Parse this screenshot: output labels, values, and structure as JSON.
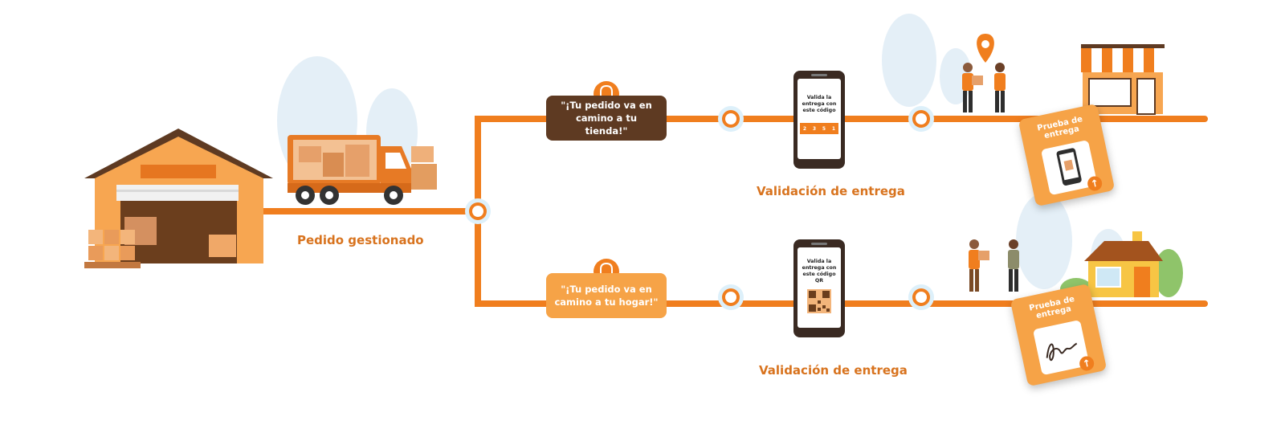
{
  "steps": {
    "order": "Pedido gestionado",
    "validation_top": "Validación de entrega",
    "validation_bottom": "Validación de entrega"
  },
  "messages": {
    "store": "\"¡Tu pedido va en camino a tu tienda!\"",
    "home": "\"¡Tu pedido va en camino a tu hogar!\""
  },
  "phones": {
    "code_text": "Valida la entrega con este código",
    "code_digits": [
      "2",
      "3",
      "5",
      "1"
    ],
    "qr_text": "Valida la entrega con este código QR"
  },
  "proof": {
    "top_title": "Prueba de entrega",
    "bottom_title": "Prueba de entrega"
  },
  "colors": {
    "accent": "#F07E1E",
    "dark_badge": "#5E3A22",
    "light_badge": "#F6A347",
    "label": "#D8731E"
  },
  "icons": [
    "warehouse-icon",
    "truck-icon",
    "bell-icon",
    "phone-icon",
    "qr-code-icon",
    "location-pin-icon",
    "store-icon",
    "house-icon",
    "signature-icon",
    "upload-arrow-icon"
  ]
}
